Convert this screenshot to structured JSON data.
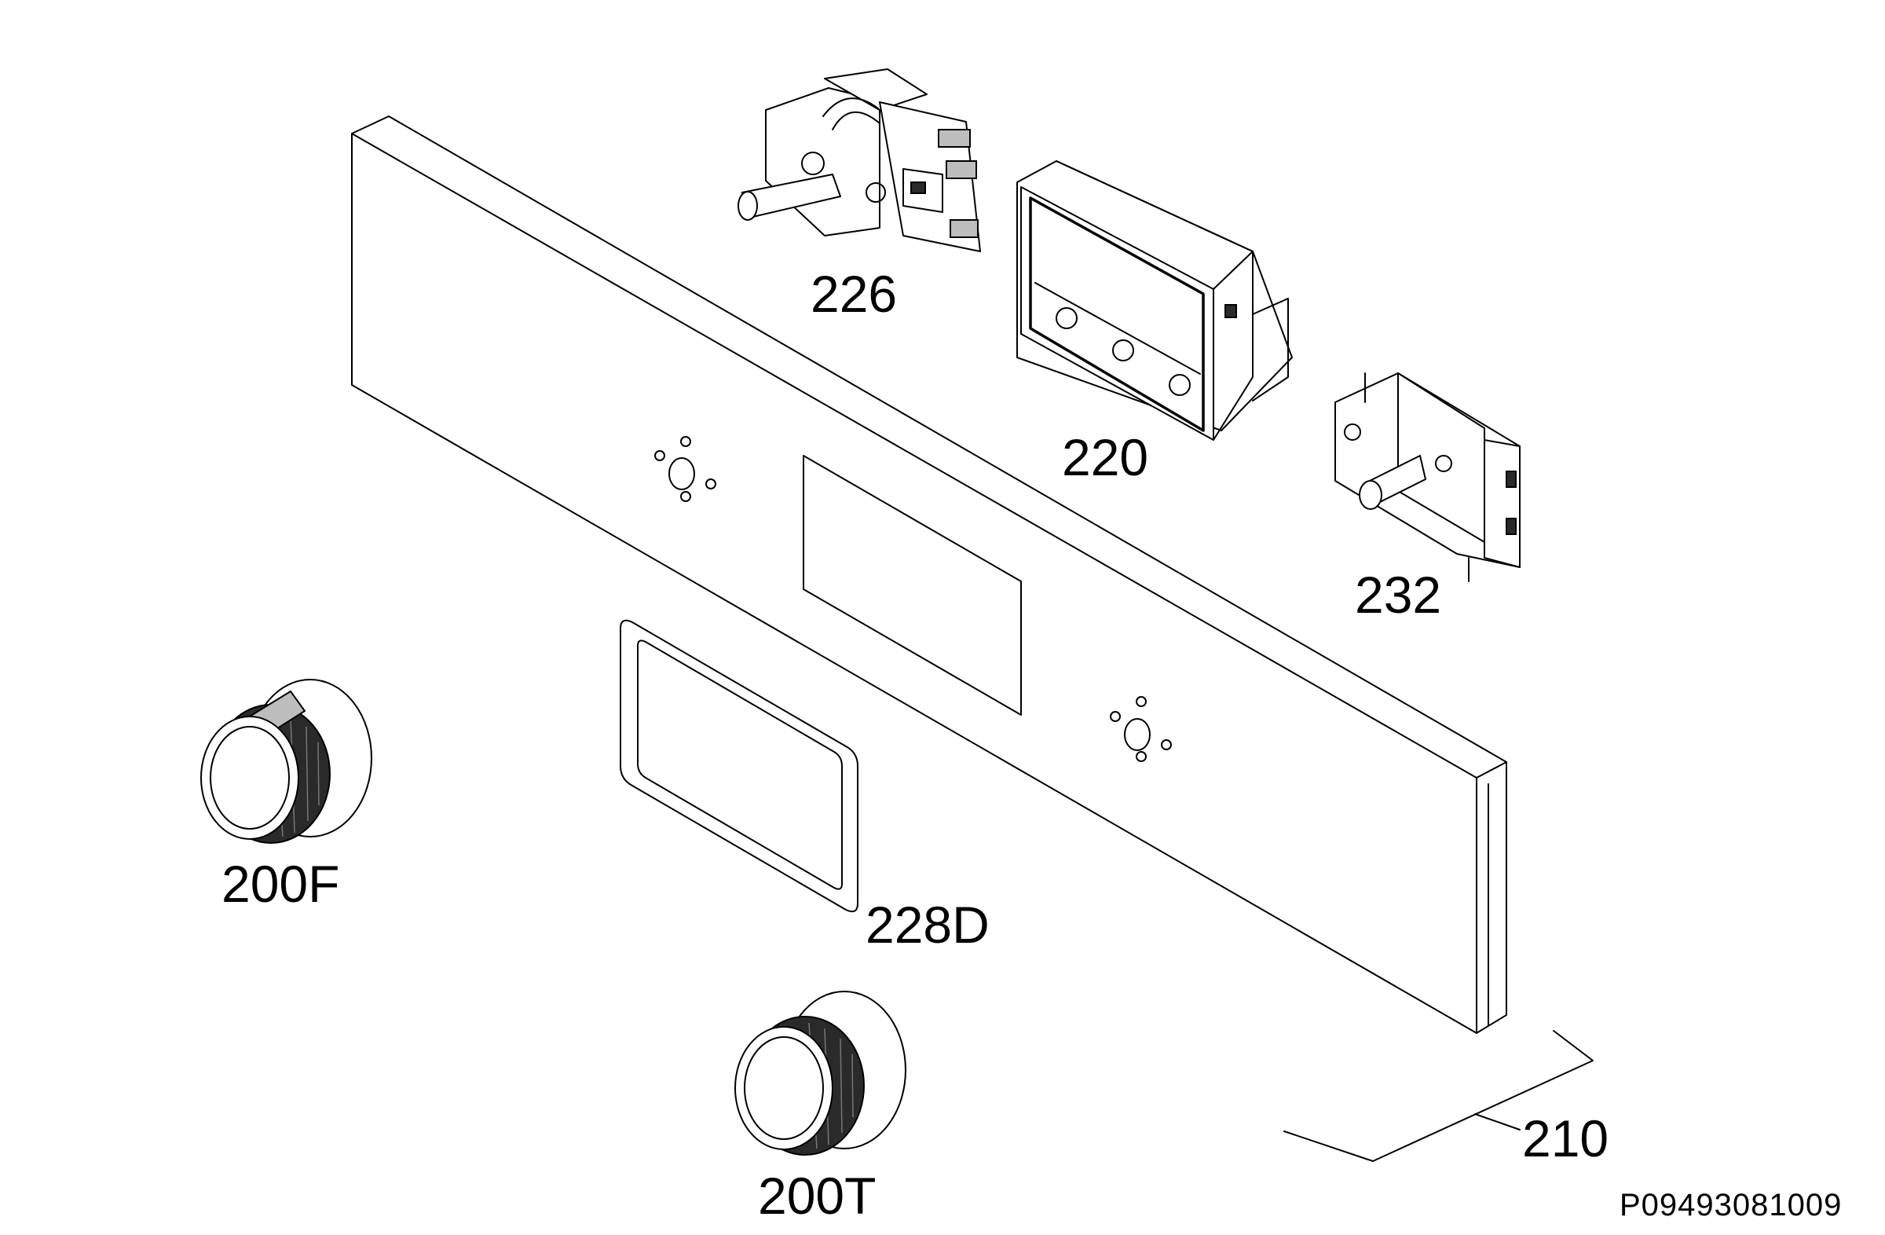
{
  "diagram": {
    "drawing_code": "P09493081009",
    "parts": [
      {
        "id": "226",
        "label": "226",
        "description_icon": "selector-switch-icon"
      },
      {
        "id": "220",
        "label": "220",
        "description_icon": "display-module-icon"
      },
      {
        "id": "232",
        "label": "232",
        "description_icon": "thermostat-switch-icon"
      },
      {
        "id": "200F",
        "label": "200F",
        "description_icon": "control-knob-icon"
      },
      {
        "id": "228D",
        "label": "228D",
        "description_icon": "display-frame-icon"
      },
      {
        "id": "200T",
        "label": "200T",
        "description_icon": "control-knob-icon"
      },
      {
        "id": "210",
        "label": "210",
        "description_icon": "control-panel-icon"
      }
    ]
  }
}
